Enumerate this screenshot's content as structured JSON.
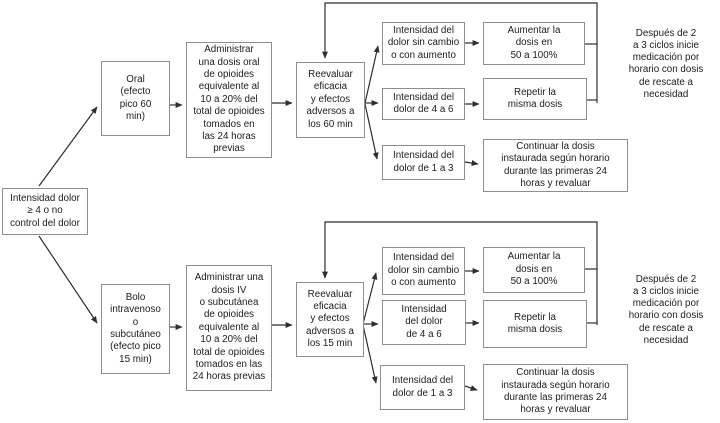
{
  "diagram": {
    "title_hint": "Algoritmo de titulación de opioides para dolor",
    "root": "Intensidad dolor\n≥ 4 o no\ncontrol del dolor",
    "top": {
      "route": "Oral\n(efecto\npico 60\nmin)",
      "administer": "Administrar\nuna dosis oral\nde opioides\nequivalente al\n10 a 20% del\ntotal de opioides\ntomados en\nlas 24 horas\nprevias",
      "reassess": "Reevaluar\neficacia\ny efectos\nadversos a\nlos 60 min",
      "pain_no_change": "Intensidad del\ndolor sin cambio\no con aumento",
      "increase_dose": "Aumentar la\ndosis en\n50 a 100%",
      "pain_4_6": "Intensidad del\ndolor de 4 a 6",
      "repeat_dose": "Repetir la\nmisma dosis",
      "pain_1_3": "Intensidad del\ndolor de 1 a 3",
      "continue_dose": "Continuar la dosis\ninstaurada según horario\ndurante las primeras 24\nhoras y revaluar",
      "cycle_note": "Después de 2\na 3 ciclos inicie\nmedicación por\nhorario con dosis\nde rescate a\nnecesidad"
    },
    "bottom": {
      "route": "Bolo\nintravenoso\no\nsubcutáneo\n(efecto pico\n15 min)",
      "administer": "Administrar una\ndosis IV\no subcutánea\nde opioides\nequivalente al\n10 a 20% del\ntotal de opioides\ntomados en las\n24 horas previas",
      "reassess": "Reevaluar\neficacia\ny efectos\nadversos a\nlos 15 min",
      "pain_no_change": "Intensidad del\ndolor sin cambio\no con aumento",
      "increase_dose": "Aumentar la\ndosis en\n50 a 100%",
      "pain_4_6": "Intensidad\ndel dolor\nde 4 a 6",
      "repeat_dose": "Repetir la\nmisma dosis",
      "pain_1_3": "Intensidad del\ndolor de 1 a 3",
      "continue_dose": "Continuar la dosis\ninstaurada según horario\ndurante las primeras 24\nhoras y revaluar",
      "cycle_note": "Después de 2\na 3 ciclos inicie\nmedicación por\nhorario con dosis\nde rescate a\nnecesidad"
    },
    "colors": {
      "background": "#ffffff",
      "box_border": "#8e8e8e",
      "connector": "#2e2e2e",
      "text": "#1c1c1c"
    }
  }
}
